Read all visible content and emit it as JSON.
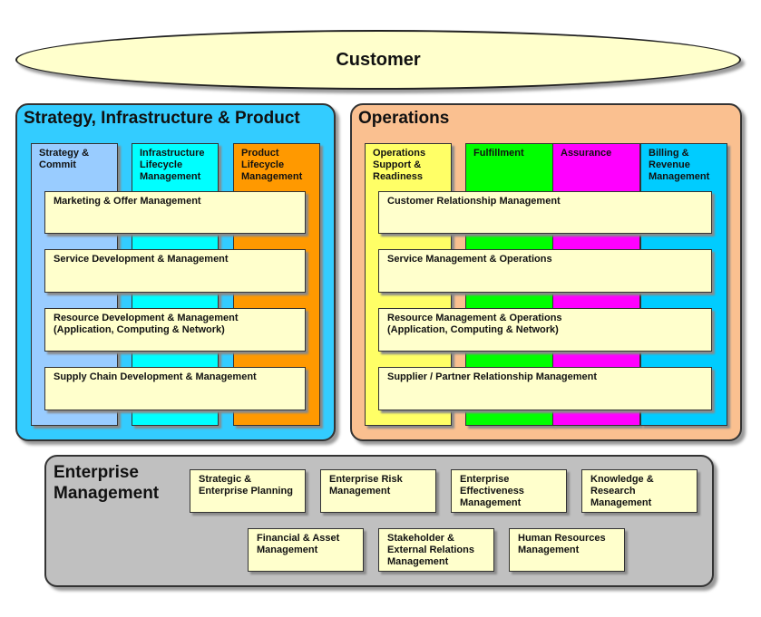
{
  "customer": "Customer",
  "strategy": {
    "title": "Strategy, Infrastructure & Product",
    "columns": [
      "Strategy &\nCommit",
      "Infrastructure\nLifecycle\nManagement",
      "Product\nLifecycle\nManagement"
    ],
    "rows": [
      "Marketing & Offer Management",
      "Service Development & Management",
      "Resource Development & Management\n(Application, Computing & Network)",
      "Supply Chain Development & Management"
    ]
  },
  "operations": {
    "title": "Operations",
    "columns": [
      "Operations\nSupport &\nReadiness",
      "Fulfillment",
      "Assurance",
      "Billing &\nRevenue\nManagement"
    ],
    "rows": [
      "Customer Relationship Management",
      "Service Management & Operations",
      "Resource Management & Operations\n(Application, Computing & Network)",
      "Supplier / Partner Relationship Management"
    ]
  },
  "enterprise": {
    "title": "Enterprise\nManagement",
    "boxes": [
      "Strategic &\nEnterprise Planning",
      "Enterprise Risk\nManagement",
      "Enterprise\nEffectiveness\nManagement",
      "Knowledge &\nResearch\nManagement",
      "Financial & Asset\nManagement",
      "Stakeholder &\nExternal Relations\nManagement",
      "Human Resources\nManagement"
    ]
  },
  "colors": {
    "customer": "#ffffcc",
    "strategy_panel": "#33ccff",
    "operations_panel": "#fac090",
    "enterprise_panel": "#c0c0c0",
    "strategy_commit": "#99ccff",
    "infrastructure": "#00ffff",
    "product": "#ff9900",
    "ops_support": "#ffff66",
    "fulfillment": "#00ff00",
    "assurance": "#ff00ff",
    "billing": "#00ccff",
    "function_box": "#ffffcc"
  }
}
